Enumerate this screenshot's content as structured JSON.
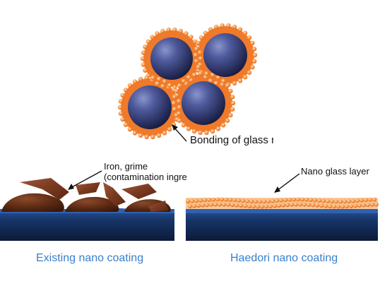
{
  "labels": {
    "bonding": "Bonding of glass m",
    "iron_line1": "Iron, grime",
    "iron_line2": "(contamination ingre",
    "nano_layer": "Nano glass layer"
  },
  "captions": {
    "existing": "Existing nano coating",
    "haedori": "Haedori nano coating"
  },
  "colors": {
    "particle_orange": "#f07a2a",
    "particle_highlight": "#fbc08a",
    "sphere_dark": "#1d2250",
    "sphere_mid": "#4e5a9c",
    "contamination_brown": "#7a3a1f",
    "substrate_blue": "#1c3a78",
    "substrate_dark": "#0f1e40",
    "caption_blue": "#3a7fcc"
  }
}
